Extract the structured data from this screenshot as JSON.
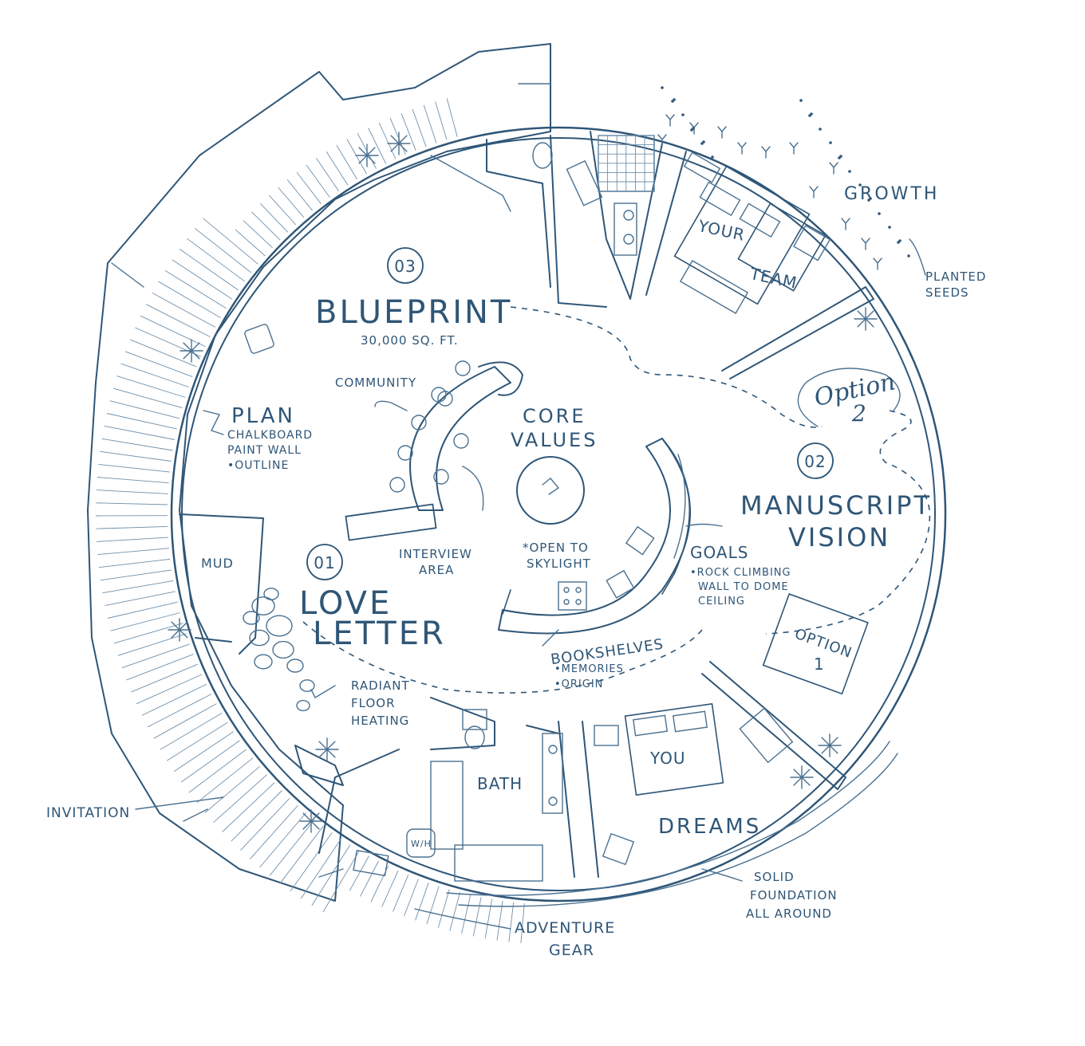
{
  "sections": {
    "blueprint": {
      "number": "03",
      "title": "BLUEPRINT",
      "subtitle": "30,000 SQ. FT."
    },
    "manuscript": {
      "number": "02",
      "title_line1": "MANUSCRIPT",
      "title_line2": "VISION"
    },
    "love_letter": {
      "number": "01",
      "title_line1": "LOVE",
      "title_line2": "LETTER"
    }
  },
  "rooms": {
    "your_team": {
      "line1": "YOUR",
      "line2": "TEAM"
    },
    "you": "YOU",
    "dreams": "DREAMS",
    "bath": "BATH",
    "mud": "MUD",
    "option1": {
      "line1": "OPTION",
      "line2": "1"
    },
    "option2": {
      "line1": "Option",
      "line2": "2"
    }
  },
  "labels": {
    "community": "COMMUNITY",
    "core_values": {
      "line1": "CORE",
      "line2": "VALUES"
    },
    "skylight": {
      "line1": "*OPEN TO",
      "line2": "SKYLIGHT"
    },
    "interview": {
      "line1": "INTERVIEW",
      "line2": "AREA"
    },
    "goals": {
      "title": "GOALS",
      "line1": "•ROCK CLIMBING",
      "line2": "WALL TO DOME",
      "line3": "CEILING"
    },
    "plan": {
      "title": "PLAN",
      "line1": "CHALKBOARD",
      "line2": "PAINT WALL",
      "line3": "•OUTLINE"
    },
    "bookshelves": {
      "title": "BOOKSHELVES",
      "line1": "•MEMORIES",
      "line2": "•ORIGIN"
    },
    "radiant": {
      "line1": "RADIANT",
      "line2": "FLOOR",
      "line3": "HEATING"
    },
    "growth": "GROWTH",
    "planted": {
      "line1": "PLANTED",
      "line2": "SEEDS"
    },
    "invitation": "INVITATION",
    "adventure": {
      "line1": "ADVENTURE",
      "line2": "GEAR"
    },
    "foundation": {
      "line1": "SOLID",
      "line2": "FOUNDATION",
      "line3": "ALL AROUND"
    },
    "washer": "W/H"
  },
  "ink_color": "#2f5677"
}
